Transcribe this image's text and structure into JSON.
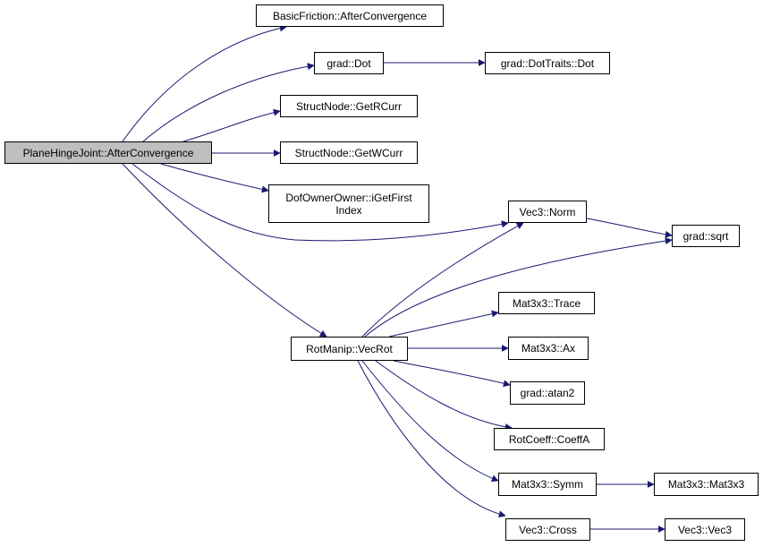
{
  "root": {
    "id": "n0",
    "label": "PlaneHingeJoint::AfterConvergence"
  },
  "nodes": [
    {
      "id": "n1",
      "label": "BasicFriction::AfterConvergence"
    },
    {
      "id": "n2",
      "label": "grad::Dot"
    },
    {
      "id": "n3",
      "label": "grad::DotTraits::Dot"
    },
    {
      "id": "n4",
      "label": "StructNode::GetRCurr"
    },
    {
      "id": "n5",
      "label": "StructNode::GetWCurr"
    },
    {
      "id": "n6",
      "label": "DofOwnerOwner::iGetFirst",
      "label2": "Index"
    },
    {
      "id": "n7",
      "label": "Vec3::Norm"
    },
    {
      "id": "n8",
      "label": "grad::sqrt"
    },
    {
      "id": "n9",
      "label": "RotManip::VecRot"
    },
    {
      "id": "n10",
      "label": "Mat3x3::Trace"
    },
    {
      "id": "n11",
      "label": "Mat3x3::Ax"
    },
    {
      "id": "n12",
      "label": "grad::atan2"
    },
    {
      "id": "n13",
      "label": "RotCoeff::CoeffA"
    },
    {
      "id": "n14",
      "label": "Mat3x3::Symm"
    },
    {
      "id": "n15",
      "label": "Mat3x3::Mat3x3"
    },
    {
      "id": "n16",
      "label": "Vec3::Cross"
    },
    {
      "id": "n17",
      "label": "Vec3::Vec3"
    }
  ],
  "edges": [
    [
      "n0",
      "n1"
    ],
    [
      "n0",
      "n2"
    ],
    [
      "n0",
      "n4"
    ],
    [
      "n0",
      "n5"
    ],
    [
      "n0",
      "n6"
    ],
    [
      "n0",
      "n7"
    ],
    [
      "n0",
      "n9"
    ],
    [
      "n2",
      "n3"
    ],
    [
      "n7",
      "n8"
    ],
    [
      "n9",
      "n7"
    ],
    [
      "n9",
      "n8"
    ],
    [
      "n9",
      "n10"
    ],
    [
      "n9",
      "n11"
    ],
    [
      "n9",
      "n12"
    ],
    [
      "n9",
      "n13"
    ],
    [
      "n9",
      "n14"
    ],
    [
      "n9",
      "n16"
    ],
    [
      "n14",
      "n15"
    ],
    [
      "n16",
      "n17"
    ]
  ],
  "colors": {
    "edge": "#191970",
    "root_fill": "#bfbfbf",
    "node_fill": "#ffffff",
    "border": "#000000"
  }
}
